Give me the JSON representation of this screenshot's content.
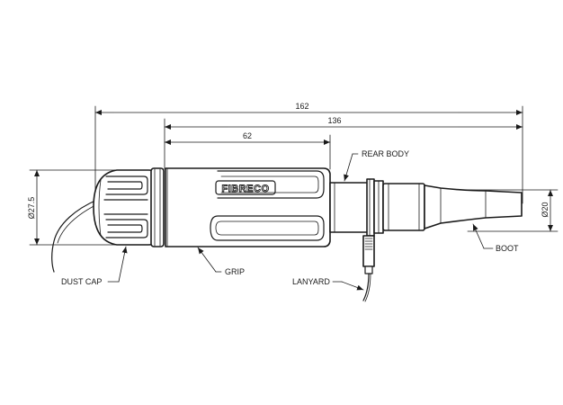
{
  "dimensions": {
    "overall_length": "162",
    "body_length": "136",
    "grip_length": "62",
    "cap_diameter": "Ø27.5",
    "boot_diameter": "Ø20"
  },
  "labels": {
    "dust_cap": "DUST CAP",
    "grip": "GRIP",
    "rear_body": "REAR BODY",
    "boot": "BOOT",
    "lanyard": "LANYARD"
  },
  "brand": "FIBRECO"
}
